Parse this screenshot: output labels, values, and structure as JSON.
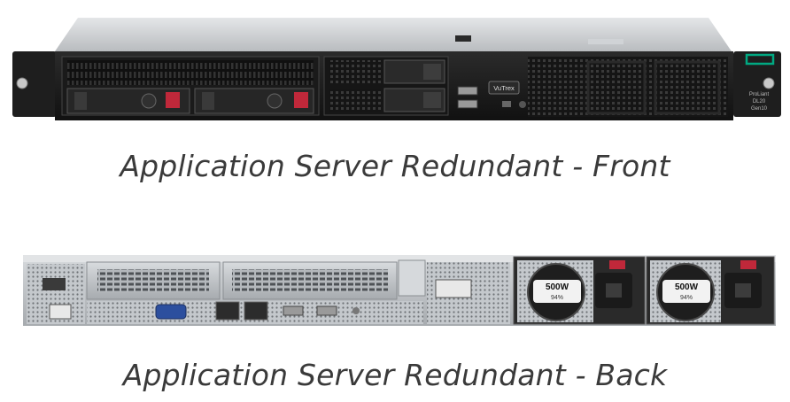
{
  "captions": {
    "front": "Application Server Redundant - Front",
    "back": "Application Server Redundant - Back"
  },
  "front_panel": {
    "brand_badge": "VuTrex",
    "model_label_line1": "ProLiant",
    "model_label_line2": "DL20",
    "model_label_line3": "Gen10"
  },
  "back_panel": {
    "psu_left_rating": "500W",
    "psu_right_rating": "500W",
    "psu_left_efficiency": "94%",
    "psu_right_efficiency": "94%"
  },
  "colors": {
    "chassis_dark": "#1c1c1c",
    "chassis_silver": "#b8bcc0",
    "hpe_green": "#01a982",
    "vga_blue": "#2c4f9e",
    "drive_release_red": "#c0283a"
  }
}
